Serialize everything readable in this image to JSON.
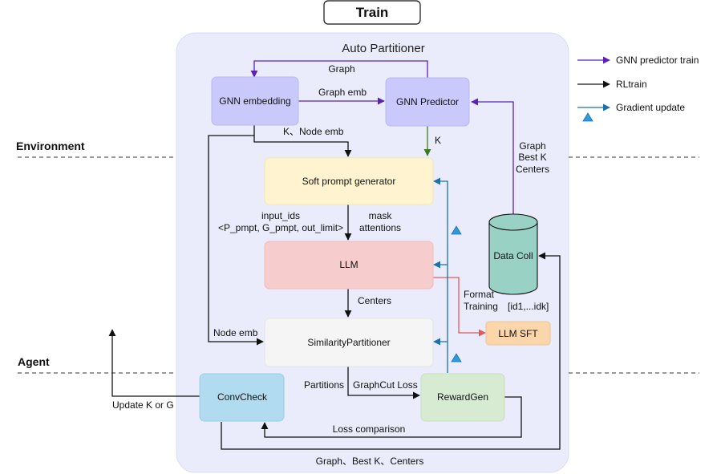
{
  "title": "Train",
  "container": {
    "label": "Auto Partitioner"
  },
  "sections": {
    "environment": "Environment",
    "agent": "Agent"
  },
  "legend": [
    {
      "label": "GNN predictor train",
      "color": "#5b21b6"
    },
    {
      "label": "RLtrain",
      "color": "#111111"
    },
    {
      "label": "Gradient update",
      "color": "#1f6fa8"
    }
  ],
  "nodes": {
    "gnn_embedding": "GNN embedding",
    "gnn_predictor": "GNN Predictor",
    "soft_prompt": "Soft prompt generator",
    "llm": "LLM",
    "similarity": "SimilarityPartitioner",
    "convcheck": "ConvCheck",
    "rewardgen": "RewardGen",
    "data_coll": "Data Coll",
    "llm_sft": "LLM SFT"
  },
  "edges": {
    "graph": "Graph",
    "graph_emb": "Graph emb",
    "k_node_emb": "K、Node emb",
    "k": "K",
    "input_ids_1": "input_ids",
    "input_ids_2": "<P_pmpt, G_pmpt, out_limit>",
    "mask_1": "mask",
    "mask_2": "attentions",
    "centers": "Centers",
    "node_emb": "Node emb",
    "partitions": "Partitions",
    "graphcut": "GraphCut Loss",
    "loss_comparison": "Loss comparison",
    "update_kg": "Update K or G",
    "graph_bestk_centers": "Graph、Best K、Centers",
    "dc_1": "Graph",
    "dc_2": "Best K",
    "dc_3": "Centers",
    "format_1": "Format",
    "format_2": "Training",
    "format_3": "[id1,...idk]"
  }
}
